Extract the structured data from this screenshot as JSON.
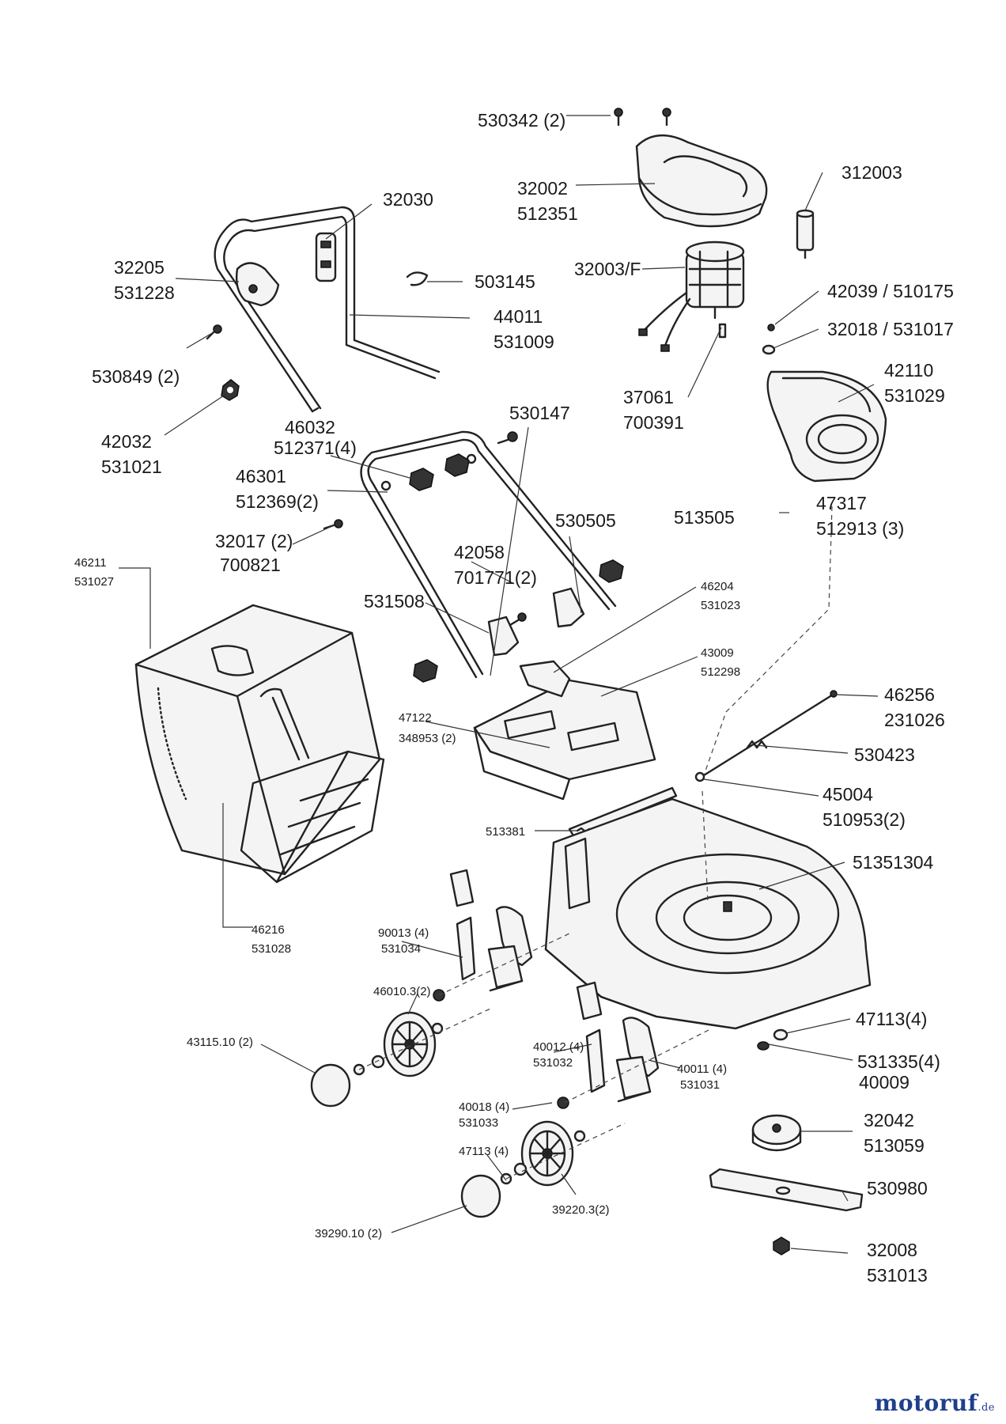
{
  "watermark": {
    "brand": "motoruf",
    "tld": ".de"
  },
  "labels": {
    "l530342": "530342 (2)",
    "l32002": "32002",
    "l512351": "512351",
    "l312003": "312003",
    "l32030": "32030",
    "l32205": "32205",
    "l531228": "531228",
    "l503145": "503145",
    "l32003F": "32003/F",
    "l42039": "42039 / 510175",
    "l32018": "32018 / 531017",
    "l44011": "44011",
    "l531009": "531009",
    "l530849": "530849 (2)",
    "l42110": "42110",
    "l531029": "531029",
    "l37061": "37061",
    "l700391": "700391",
    "l42032": "42032",
    "l531021": "531021",
    "l46032": "46032",
    "l512371": "512371(4)",
    "l530147": "530147",
    "l46301": "46301",
    "l512369": "512369(2)",
    "l513505": "513505",
    "l47317": "47317",
    "l512913": "512913 (3)",
    "l32017": "32017 (2)",
    "l700821": "700821",
    "l530505": "530505",
    "l46211": "46211",
    "l531027": "531027",
    "l42058": "42058",
    "l701771": "701771(2)",
    "l531508": "531508",
    "l46204": "46204",
    "l531023": "531023",
    "l43009": "43009",
    "l512298": "512298",
    "l46256": "46256",
    "l231026": "231026",
    "l47122": "47122",
    "l348953": "348953 (2)",
    "l530423": "530423",
    "l45004": "45004",
    "l510953": "510953(2)",
    "l513381": "513381",
    "l51351304": "51351304",
    "l46216": "46216",
    "l531028": "531028",
    "l90013": "90013 (4)",
    "l531034": "531034",
    "l46010": "46010.3(2)",
    "l47113a": "47113(4)",
    "l43115": "43115.10 (2)",
    "l40012": "40012 (4)",
    "l531032": "531032",
    "l40011": "40011 (4)",
    "l531031": "531031",
    "l531335": "531335(4)",
    "l40009": "40009",
    "l40018": "40018 (4)",
    "l531033": "531033",
    "l32042": "32042",
    "l513059": "513059",
    "l47113b": "47113 (4)",
    "l39220": "39220.3(2)",
    "l530980": "530980",
    "l39290": "39290.10 (2)",
    "l32008": "32008",
    "l531013": "531013"
  }
}
